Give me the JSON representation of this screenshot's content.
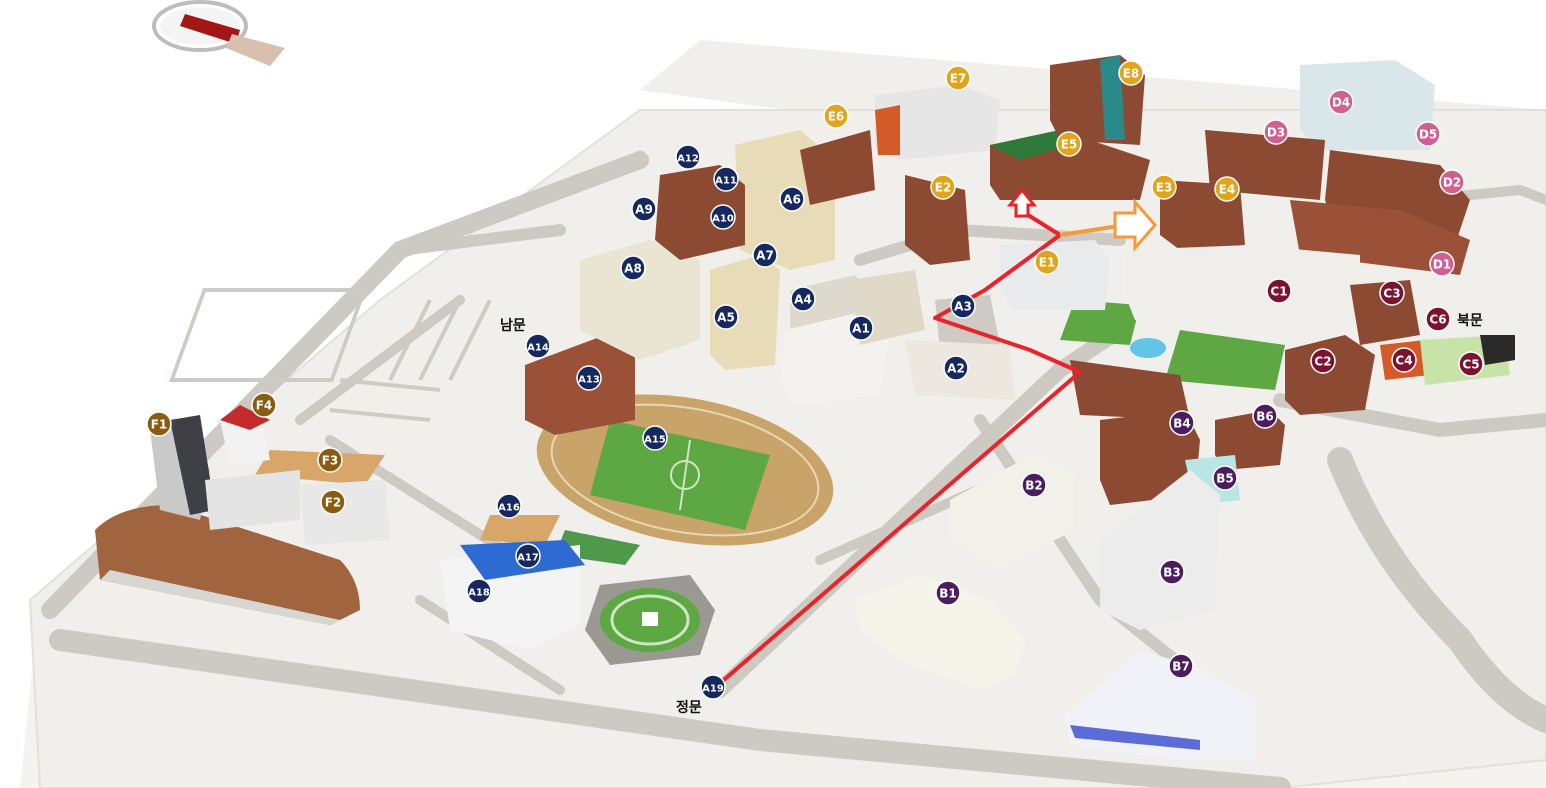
{
  "colors": {
    "zone_A": "#15295e",
    "zone_B": "#4b1d5e",
    "zone_C": "#7a1230",
    "zone_D": "#d0608f",
    "zone_E": "#e2a41c",
    "zone_F": "#8a5c12",
    "route_red": "#e8242a",
    "route_orange": "#f39a3a",
    "ground": "#f1efeb",
    "road": "#cdc9c3",
    "brick": "#8c4a32",
    "field_green": "#5da843",
    "track": "#c9a46a"
  },
  "gates": {
    "south": "남문",
    "north": "북문",
    "main": "정문"
  },
  "markers": {
    "A1": "A1",
    "A2": "A2",
    "A3": "A3",
    "A4": "A4",
    "A5": "A5",
    "A6": "A6",
    "A7": "A7",
    "A8": "A8",
    "A9": "A9",
    "A10": "A10",
    "A11": "A11",
    "A12": "A12",
    "A13": "A13",
    "A14": "A14",
    "A15": "A15",
    "A16": "A16",
    "A17": "A17",
    "A18": "A18",
    "A19": "A19",
    "B1": "B1",
    "B2": "B2",
    "B3": "B3",
    "B4": "B4",
    "B5": "B5",
    "B6": "B6",
    "B7": "B7",
    "C1": "C1",
    "C2": "C2",
    "C3": "C3",
    "C4": "C4",
    "C5": "C5",
    "C6": "C6",
    "D1": "D1",
    "D2": "D2",
    "D3": "D3",
    "D4": "D4",
    "D5": "D5",
    "E1": "E1",
    "E2": "E2",
    "E3": "E3",
    "E4": "E4",
    "E5": "E5",
    "E6": "E6",
    "E7": "E7",
    "E8": "E8",
    "F1": "F1",
    "F2": "F2",
    "F3": "F3",
    "F4": "F4"
  },
  "icons": {
    "compass": "compass-icon",
    "route_arrow": "arrow-icon"
  }
}
